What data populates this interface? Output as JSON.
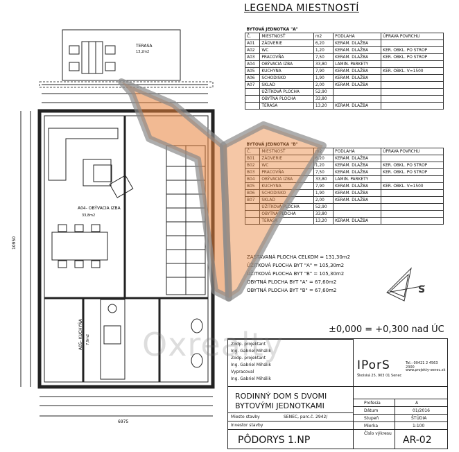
{
  "legend": {
    "title": "LEGENDA MIESTNOSTÍ",
    "header": [
      "Č.",
      "MIESTNOSŤ",
      "m2",
      "PODLAHA",
      "ÚPRAVA POVRCHU"
    ],
    "unitA": {
      "title": "BYTOVÁ JEDNOTKA \"A\"",
      "rows": [
        [
          "A01",
          "ZÁDVERIE",
          "6,20",
          "KERAM. DLAŽBA",
          ""
        ],
        [
          "A02",
          "WC",
          "1,20",
          "KERAM. DLAŽBA",
          "KER. OBKL. PO STROP"
        ],
        [
          "A03",
          "PRACOVŇA",
          "7,50",
          "KERAM. DLAŽBA",
          "KER. OBKL. PO STROP"
        ],
        [
          "A04",
          "OBÝVACIA IZBA",
          "33,80",
          "LAMIN. PARKETY",
          ""
        ],
        [
          "A05",
          "KUCHYNA",
          "7,90",
          "KERAM. DLAŽBA",
          "KER. OBKL. V=1500"
        ],
        [
          "A06",
          "SCHODISKO",
          "1,90",
          "KERAM. DLAŽBA",
          ""
        ],
        [
          "A07",
          "SKLAD",
          "2,00",
          "KERAM. DLAŽBA",
          ""
        ],
        [
          "",
          "ÚŽITKOVÁ PLOCHA",
          "52,90",
          "",
          ""
        ],
        [
          "",
          "OBYTNÁ PLOCHA",
          "33,80",
          "",
          ""
        ],
        [
          "",
          "TERASA",
          "13,20",
          "KERAM. DLAŽBA",
          ""
        ]
      ]
    },
    "unitB": {
      "title": "BYTOVÁ JEDNOTKA \"B\"",
      "rows": [
        [
          "B01",
          "ZÁDVERIE",
          "6,20",
          "KERAM. DLAŽBA",
          ""
        ],
        [
          "B02",
          "WC",
          "1,20",
          "KERAM. DLAŽBA",
          "KER. OBKL. PO STROP"
        ],
        [
          "B03",
          "PRACOVŇA",
          "7,50",
          "KERAM. DLAŽBA",
          "KER. OBKL. PO STROP"
        ],
        [
          "B04",
          "OBÝVACIA IZBA",
          "33,80",
          "LAMIN. PARKETY",
          ""
        ],
        [
          "B05",
          "KUCHYNA",
          "7,90",
          "KERAM. DLAŽBA",
          "KER. OBKL. V=1500"
        ],
        [
          "B06",
          "SCHODISKO",
          "1,90",
          "KERAM. DLAŽBA",
          ""
        ],
        [
          "B07",
          "SKLAD",
          "2,00",
          "KERAM. DLAŽBA",
          ""
        ],
        [
          "",
          "ÚŽITKOVÁ PLOCHA",
          "52,90",
          "",
          ""
        ],
        [
          "",
          "OBYTNÁ PLOCHA",
          "33,80",
          "",
          ""
        ],
        [
          "",
          "TERASA",
          "13,20",
          "KERAM. DLAŽBA",
          ""
        ]
      ]
    }
  },
  "summary": [
    "ZASTAVANÁ PLOCHA CELKOM = 131,30m2",
    "ÚŽITKOVÁ PLOCHA BYT \"A\" = 105,30m2",
    "ÚŽITKOVÁ PLOCHA BYT \"B\" = 105,30m2",
    "OBYTNÁ PLOCHA BYT \"A\" = 67,60m2",
    "OBYTNÁ PLOCHA BYT \"B\" = 67,60m2"
  ],
  "elevation": "±0,000 = +0,300 nad ÚC",
  "title_block": {
    "roles": [
      "Zodp. projektant",
      "Ing. Gabriel Mihálik",
      "Zodp. projektant",
      "Ing. Gabriel Mihálik",
      "Vypracoval",
      "Ing. Gabriel Mihálik"
    ],
    "company": "IPorS",
    "company_address": "Školská 25, 903 01 Senec",
    "contact_tel": "Tel.: 00421 2 4563 2300",
    "contact_web": "www.projekty-senec.sk",
    "project_line1": "RODINNÝ DOM S DVOMI",
    "project_line2": "BYTOVÝMI JEDNOTKAMI",
    "fields": [
      {
        "label": "Profesia",
        "value": "A"
      },
      {
        "label": "Dátum",
        "value": "01/2016"
      },
      {
        "label": "Stupeň",
        "value": "ŠTÚDIA"
      },
      {
        "label": "Mierka",
        "value": "1:100"
      }
    ],
    "location_label": "Miesto stavby",
    "location_value": "SENEC, parc.č. 2942/",
    "investor_label": "Investor stavby",
    "drawing_title": "PÔDORYS 1.NP",
    "drawing_no_label": "Číslo výkresu",
    "drawing_no": "AR-02"
  },
  "plan": {
    "terrace_label": "TERASA",
    "terrace_area": "13,2m2",
    "living_label": "A04- OBÝVACIA IZBA",
    "living_area": "33,8m2",
    "kitchen_label": "A05- KUCHYŇA",
    "kitchen_area": "7,9m2",
    "dim_overall": "6975",
    "dim_height": "10950"
  },
  "watermark": "Oxrealty",
  "colors": {
    "logo_orange": "#e8823a",
    "logo_gray": "#8a8a8a",
    "line": "#222222"
  }
}
